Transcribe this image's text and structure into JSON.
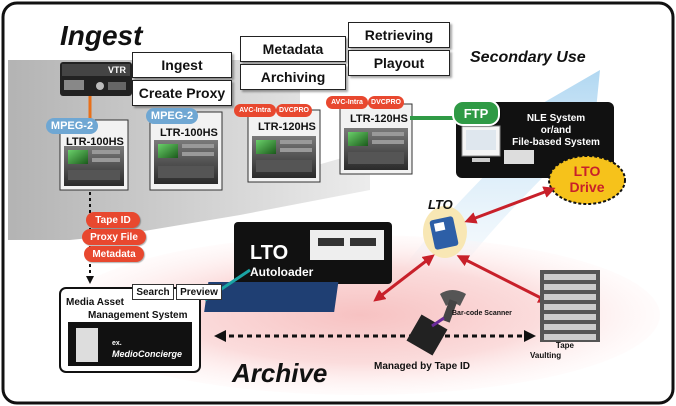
{
  "sections": {
    "ingest": "Ingest",
    "secondary_use": "Secondary Use",
    "archive": "Archive"
  },
  "functions": {
    "ingest": "Ingest",
    "create_proxy": "Create Proxy",
    "metadata": "Metadata",
    "archiving": "Archiving",
    "retrieving": "Retrieving",
    "playout": "Playout"
  },
  "vtr_label": "VTR",
  "decks": [
    {
      "model": "LTR-100HS",
      "format": "MPEG-2",
      "format_kind": "blue"
    },
    {
      "model": "LTR-100HS",
      "format": "MPEG-2",
      "format_kind": "blue"
    },
    {
      "model": "LTR-120HS",
      "formats": [
        "AVC-Intra",
        "DVCPRO"
      ]
    },
    {
      "model": "LTR-120HS",
      "formats": [
        "AVC-Intra",
        "DVCPRO"
      ]
    }
  ],
  "ftp_label": "FTP",
  "nle": {
    "line1": "NLE System",
    "line2": "or/and",
    "line3": "File-based System"
  },
  "lto_drive": {
    "line1": "LTO",
    "line2": "Drive"
  },
  "lto_label": "LTO",
  "autoloader": {
    "line1": "LTO",
    "line2": "Autoloader"
  },
  "metadata_tags": [
    "Tape ID",
    "Proxy File",
    "Metadata"
  ],
  "mam": {
    "search": "Search",
    "preview": "Preview",
    "line1": "Media Asset",
    "line2": "Management System",
    "example_prefix": "ex.",
    "example_product": "MedioConcierge"
  },
  "barcode_label": "Bar-code Scanner",
  "tape_vaulting": {
    "line1": "Tape",
    "line2": "Vaulting"
  },
  "managed_by": "Managed by Tape ID",
  "colors": {
    "accent_red": "#e8482f",
    "arrow_red": "#c8202a",
    "lto_yellow": "#f6c21b",
    "ftp_green": "#2f9a45",
    "teal_link": "#1aa3a3",
    "mpeg_blue": "#6fa7d3"
  }
}
